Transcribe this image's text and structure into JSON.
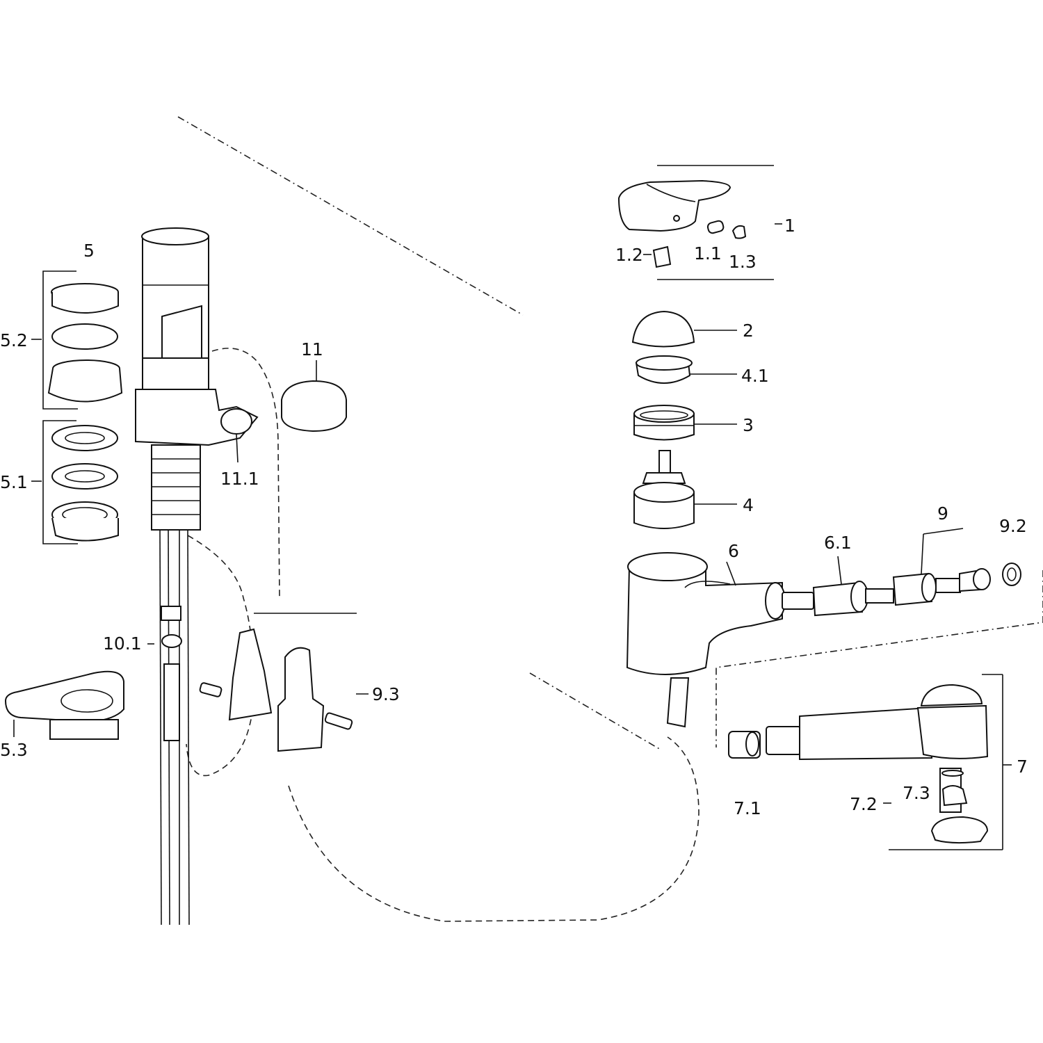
{
  "labels": {
    "p1": "1",
    "p1_1": "1.1",
    "p1_2": "1.2",
    "p1_3": "1.3",
    "p2": "2",
    "p3": "3",
    "p4": "4",
    "p4_1": "4.1",
    "p5": "5",
    "p5_1": "5.1",
    "p5_2": "5.2",
    "p5_3": "5.3",
    "p6": "6",
    "p6_1": "6.1",
    "p7": "7",
    "p7_1": "7.1",
    "p7_2": "7.2",
    "p7_3": "7.3",
    "p9": "9",
    "p9_2": "9.2",
    "p9_3": "9.3",
    "p10_1": "10.1",
    "p11": "11",
    "p11_1": "11.1"
  }
}
